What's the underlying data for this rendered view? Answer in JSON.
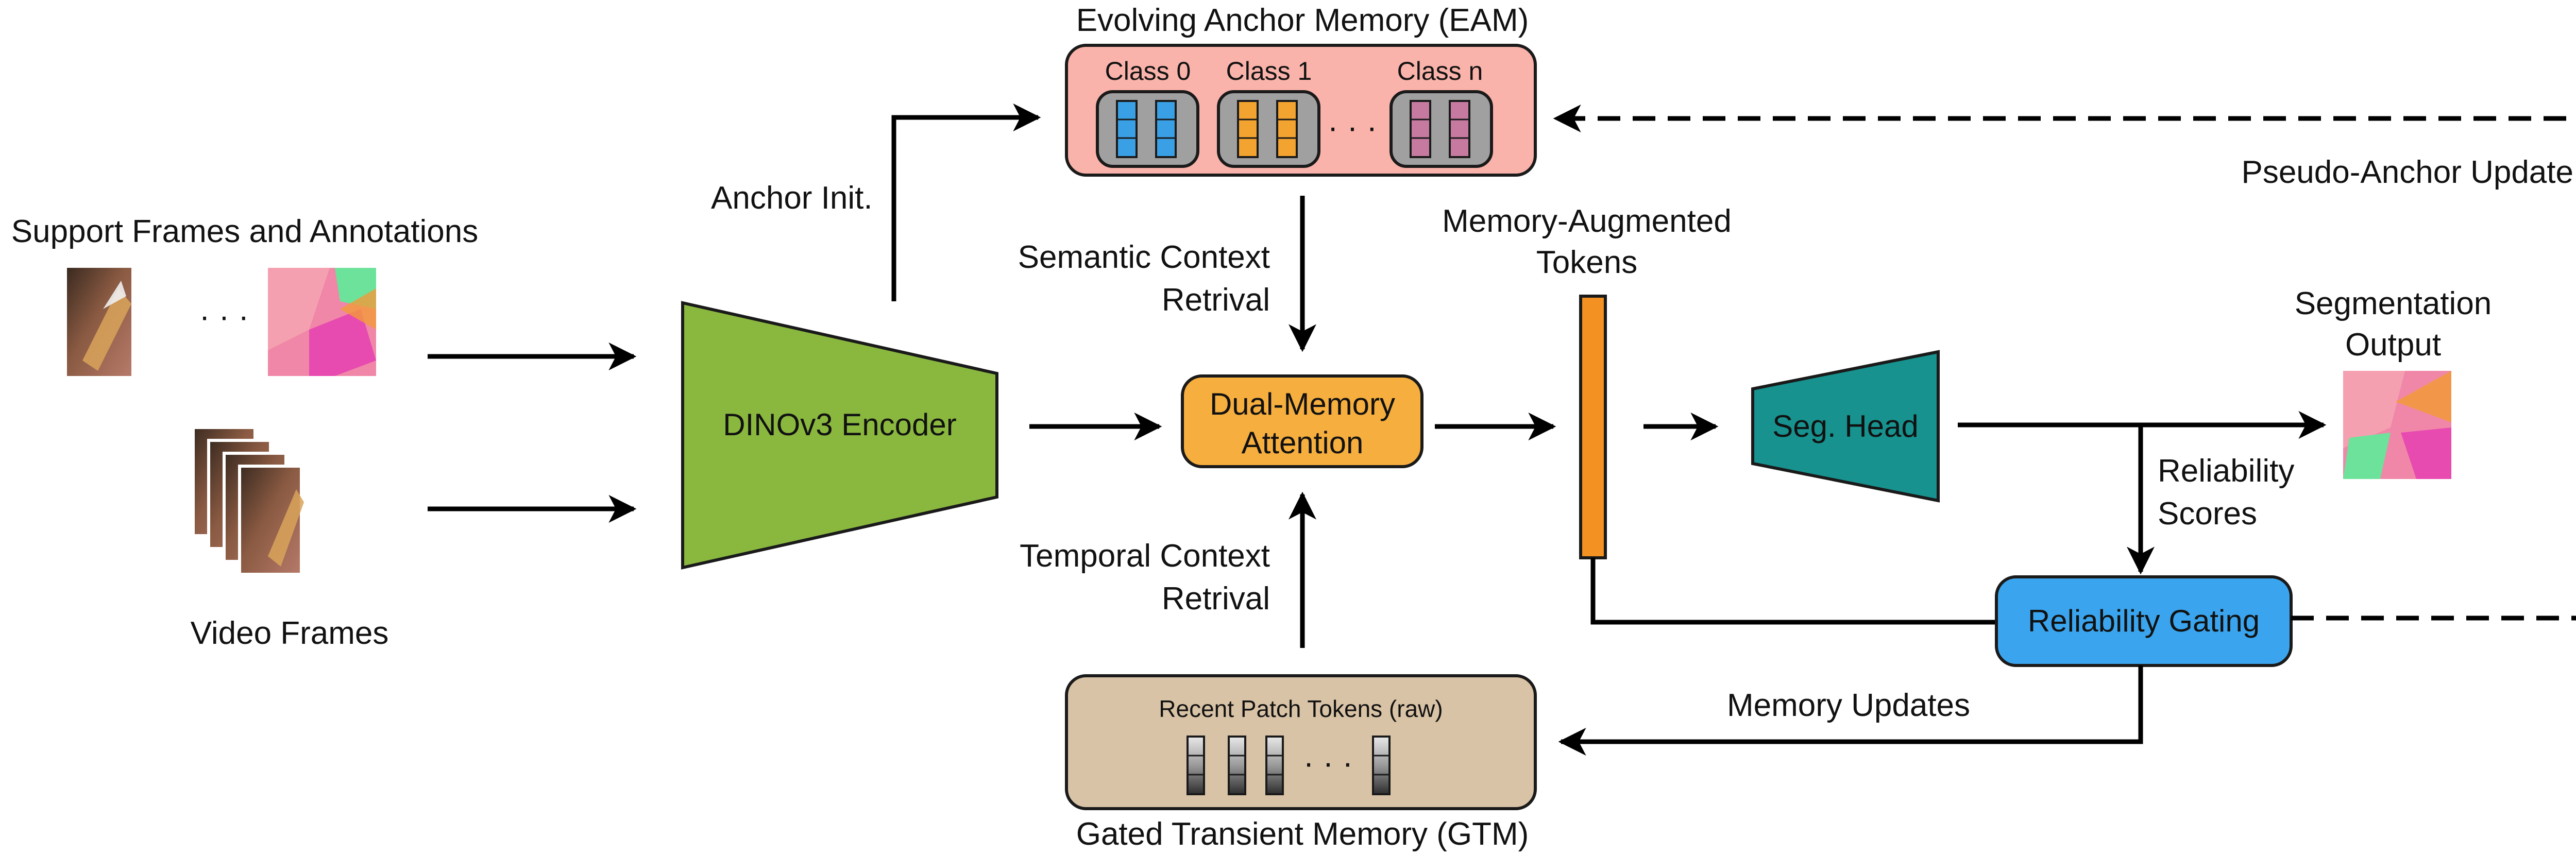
{
  "inputs": {
    "support_label": "Support Frames and Annotations",
    "ellipsis": "· · ·",
    "video_label": "Video Frames"
  },
  "encoder": {
    "label": "DINOv3 Encoder"
  },
  "eam": {
    "title": "Evolving Anchor Memory (EAM)",
    "classes": [
      {
        "label": "Class 0",
        "color": "#3aa0e6"
      },
      {
        "label": "Class 1",
        "color": "#f3a32f"
      },
      {
        "label": "Class n",
        "color": "#c77aa0"
      }
    ],
    "ellipsis": "· · ·"
  },
  "gtm": {
    "inner_label": "Recent Patch Tokens (raw)",
    "title": "Gated Transient Memory (GTM)",
    "ellipsis": "· · ·"
  },
  "attention": {
    "line1": "Dual-Memory",
    "line2": "Attention"
  },
  "tokens": {
    "line1": "Memory-Augmented",
    "line2": "Tokens"
  },
  "head": {
    "label": "Seg. Head"
  },
  "output": {
    "line1": "Segmentation",
    "line2": "Output"
  },
  "gating": {
    "label": "Reliability Gating"
  },
  "edges": {
    "anchor_init": "Anchor Init.",
    "semantic_line1": "Semantic Context",
    "semantic_line2": "Retrival",
    "temporal_line1": "Temporal Context",
    "temporal_line2": "Retrival",
    "reliability_line1": "Reliability",
    "reliability_line2": "Scores",
    "memory_updates": "Memory Updates",
    "pseudo_anchor": "Pseudo-Anchor Update"
  },
  "colors": {
    "encoder": "#8ab83f",
    "eam_box": "#f9b3aa",
    "gtm_box": "#d9c3a6",
    "attention": "#f6ae3e",
    "tokens_bar": "#f39222",
    "head": "#17928f",
    "gating": "#3aa5ee",
    "slot_bg": "#a0a0a0"
  }
}
